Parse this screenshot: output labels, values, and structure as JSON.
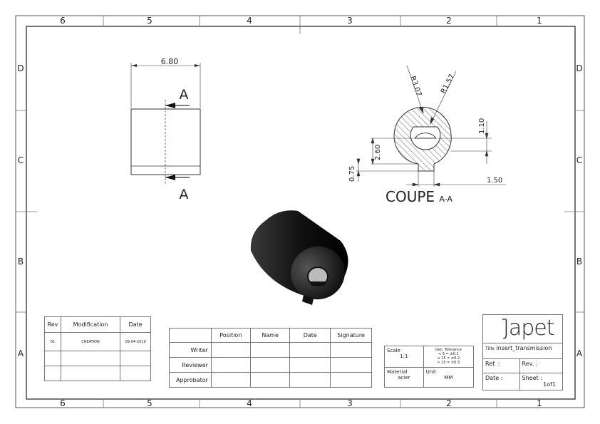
{
  "zones": {
    "columns": [
      "6",
      "5",
      "4",
      "3",
      "2",
      "1"
    ],
    "rows": [
      "D",
      "C",
      "B",
      "A"
    ]
  },
  "front_view": {
    "width_dim": "6.80",
    "section_mark": "A"
  },
  "section_view": {
    "title": "COUPE",
    "title_suffix": "A-A",
    "dims": {
      "outer_radius": "R3.07",
      "inner_radius": "R1.57",
      "flat_height": "1.10",
      "center_height": "2.60",
      "key_height": "0.75",
      "key_width": "1.50"
    }
  },
  "revision_table": {
    "headers": [
      "Rev",
      "Modification",
      "Date"
    ],
    "rows": [
      [
        "01",
        "CREATION",
        "09-04-2019"
      ],
      [
        "",
        "",
        ""
      ],
      [
        "",
        "",
        ""
      ]
    ]
  },
  "approval_table": {
    "headers": [
      "Position",
      "Name",
      "Date",
      "Signature"
    ],
    "rows": [
      "Writer",
      "Reviewer",
      "Approbator"
    ]
  },
  "tolerance_block": {
    "scale_label": "Scale",
    "scale_value": "1:1",
    "tolerance_label": "Gen. Tolerance",
    "tolerance_lines": [
      "< 6 = ±0.1",
      "≤ 15 = ±0.2",
      "> 15 = ±0.3"
    ],
    "material_label": "Material",
    "material_value": "acier",
    "unit_label": "Unit",
    "unit_value": "MM"
  },
  "title_block": {
    "logo_text": "Japet",
    "title_label": "Title",
    "title_value": "insert_transmission",
    "ref_label": "Ref. :",
    "rev_label": "Rev. :",
    "date_label": "Date :",
    "sheet_label": "Sheet :",
    "sheet_value": "1of1"
  },
  "colors": {
    "line": "#333333",
    "border": "#555555",
    "part": "#111111"
  }
}
